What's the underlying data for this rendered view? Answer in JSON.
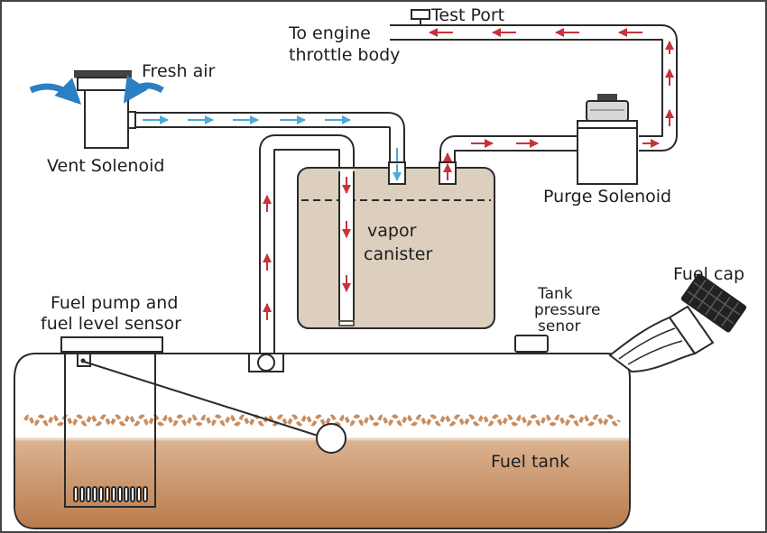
{
  "labels": {
    "test_port": "Test Port",
    "to_engine_line1": "To engine",
    "to_engine_line2": "throttle body",
    "fresh_air": "Fresh air",
    "vent_solenoid": "Vent Solenoid",
    "purge_solenoid": "Purge Solenoid",
    "vapor_line1": "vapor",
    "vapor_line2": "canister",
    "fuel_pump_line1": "Fuel pump and",
    "fuel_pump_line2": "fuel level sensor",
    "tank_pressure_line1": "Tank",
    "tank_pressure_line2": "pressure",
    "tank_pressure_line3": "senor",
    "fuel_cap": "Fuel cap",
    "fuel_tank": "Fuel tank"
  },
  "colors": {
    "outline": "#2a2a2a",
    "canister_fill": "#dccfbe",
    "fuel_fill": "#c08a5c",
    "fuel_top": "#e7d2bf",
    "vapor_wave": "#c98e60",
    "flow_red": "#c8323a",
    "flow_blue": "#4fa9d4",
    "air_arrow": "#2b7fc4",
    "cap_dark": "#222222"
  }
}
